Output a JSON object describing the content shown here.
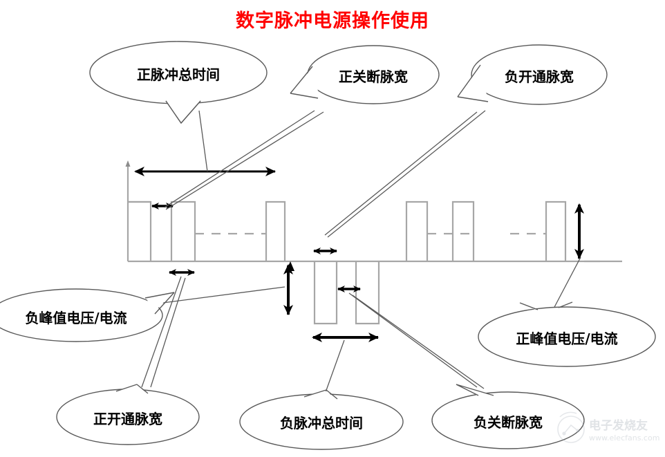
{
  "title": "数字脉冲电源操作使用",
  "title_color": "#ff0000",
  "callouts": {
    "positive_pulse_total_time": "正脉冲总时间",
    "positive_off_pulse_width": "正关断脉宽",
    "negative_on_pulse_width": "负开通脉宽",
    "negative_peak_voltage_current": "负峰值电压/电流",
    "positive_peak_voltage_current": "正峰值电压/电流",
    "positive_on_pulse_width": "正开通脉宽",
    "negative_pulse_total_time": "负脉冲总时间",
    "negative_off_pulse_width": "负关断脉宽"
  },
  "watermark": {
    "brand": "电子发烧友",
    "url": "www.elecfans.com"
  },
  "colors": {
    "title": "#ff0000",
    "waveform": "#a6a6a6",
    "annotation": "#000000",
    "callout_outline": "#595959",
    "background": "#ffffff"
  },
  "chart_data": {
    "type": "line",
    "title": "数字脉冲电源操作使用",
    "xlabel": "",
    "ylabel": "",
    "grid": false,
    "legend": null,
    "baseline_y": 378,
    "axis": {
      "x_start": 185,
      "x_end": 900,
      "y_axis_x": 185,
      "y_top": 232,
      "positive_level": 292,
      "negative_level": 468
    },
    "series": [
      {
        "name": "正脉冲 (positive pulses)",
        "polarity": "positive",
        "level": 292,
        "pulses": [
          {
            "x_start": 185,
            "x_end": 218
          },
          {
            "x_start": 248,
            "x_end": 282
          },
          {
            "x_start": 385,
            "x_end": 412
          },
          {
            "x_start": 588,
            "x_end": 618
          },
          {
            "x_start": 655,
            "x_end": 685
          },
          {
            "x_start": 790,
            "x_end": 818
          }
        ]
      },
      {
        "name": "负脉冲 (negative pulses)",
        "polarity": "negative",
        "level": 468,
        "pulses": [
          {
            "x_start": 455,
            "x_end": 487
          },
          {
            "x_start": 515,
            "x_end": 548
          }
        ]
      }
    ],
    "dashed_continuations": [
      {
        "x_start": 282,
        "x_end": 385,
        "y": 338
      },
      {
        "x_start": 618,
        "x_end": 685,
        "y": 338
      }
    ],
    "measure_arrows": [
      {
        "name": "positive-pulse-total-time",
        "orientation": "horizontal",
        "x1": 192,
        "x2": 400,
        "y": 248
      },
      {
        "name": "positive-off-pulse-width",
        "orientation": "horizontal",
        "x1": 218,
        "x2": 248,
        "y": 298
      },
      {
        "name": "positive-on-pulse-width",
        "orientation": "horizontal",
        "x1": 243,
        "x2": 282,
        "y": 394
      },
      {
        "name": "negative-on-pulse-width",
        "orientation": "horizontal",
        "x1": 452,
        "x2": 487,
        "y": 363
      },
      {
        "name": "negative-off-pulse-width",
        "orientation": "horizontal",
        "x1": 487,
        "x2": 522,
        "y": 418
      },
      {
        "name": "negative-pulse-total-time",
        "orientation": "horizontal",
        "x1": 452,
        "x2": 548,
        "y": 488
      },
      {
        "name": "negative-peak-voltage-current",
        "orientation": "vertical",
        "x": 417,
        "y1": 380,
        "y2": 457
      },
      {
        "name": "positive-peak-voltage-current",
        "orientation": "vertical",
        "x": 838,
        "y1": 292,
        "y2": 378
      }
    ]
  }
}
